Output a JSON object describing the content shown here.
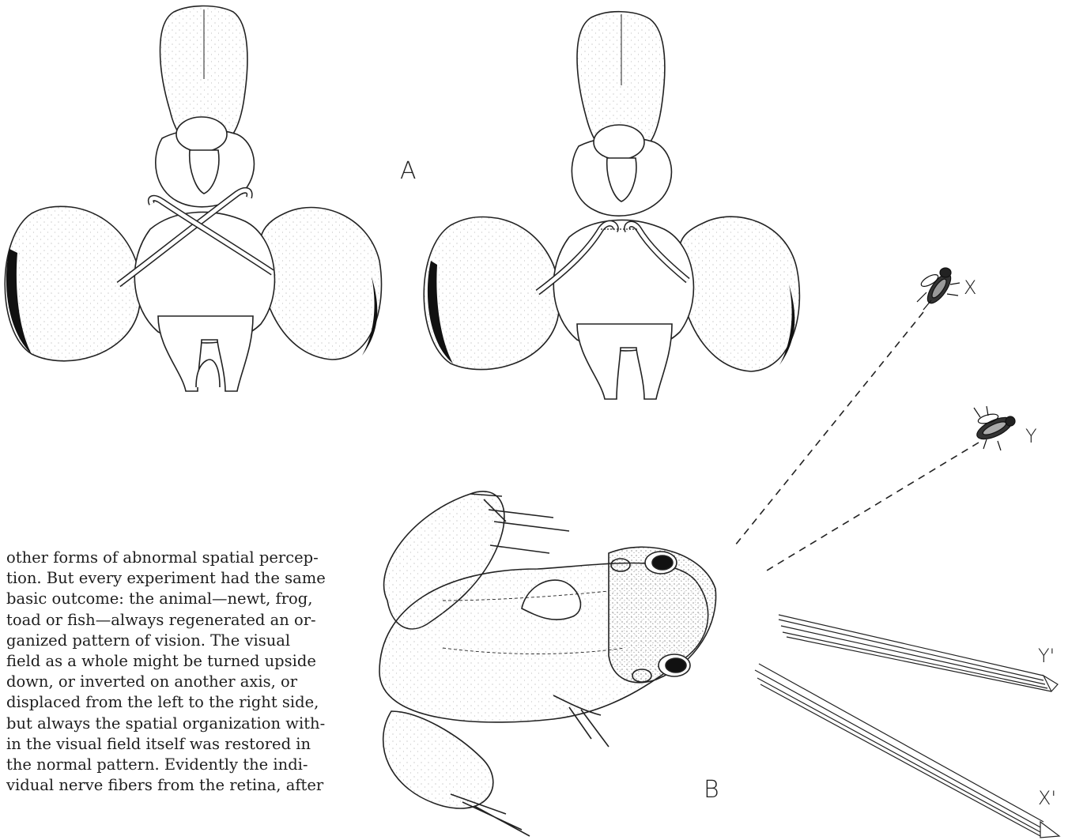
{
  "figure": {
    "label_a": "A",
    "label_b": "B",
    "markers": {
      "x": "X",
      "y": "Y",
      "x_prime": "X'",
      "y_prime": "Y'"
    }
  },
  "article": {
    "lines": [
      "other forms of abnormal spatial percep-",
      "tion. But every experiment had the same",
      "basic outcome: the animal—newt, frog,",
      "toad or fish—always regenerated an or-",
      "ganized pattern of vision. The visual",
      "field as a whole might be turned upside",
      "down, or inverted on another axis, or",
      "displaced from the left to the right side,",
      "but always the spatial organization with-",
      "in the visual field itself was restored in",
      "the normal pattern. Evidently the indi-",
      "vidual nerve fibers from the retina, after"
    ]
  }
}
